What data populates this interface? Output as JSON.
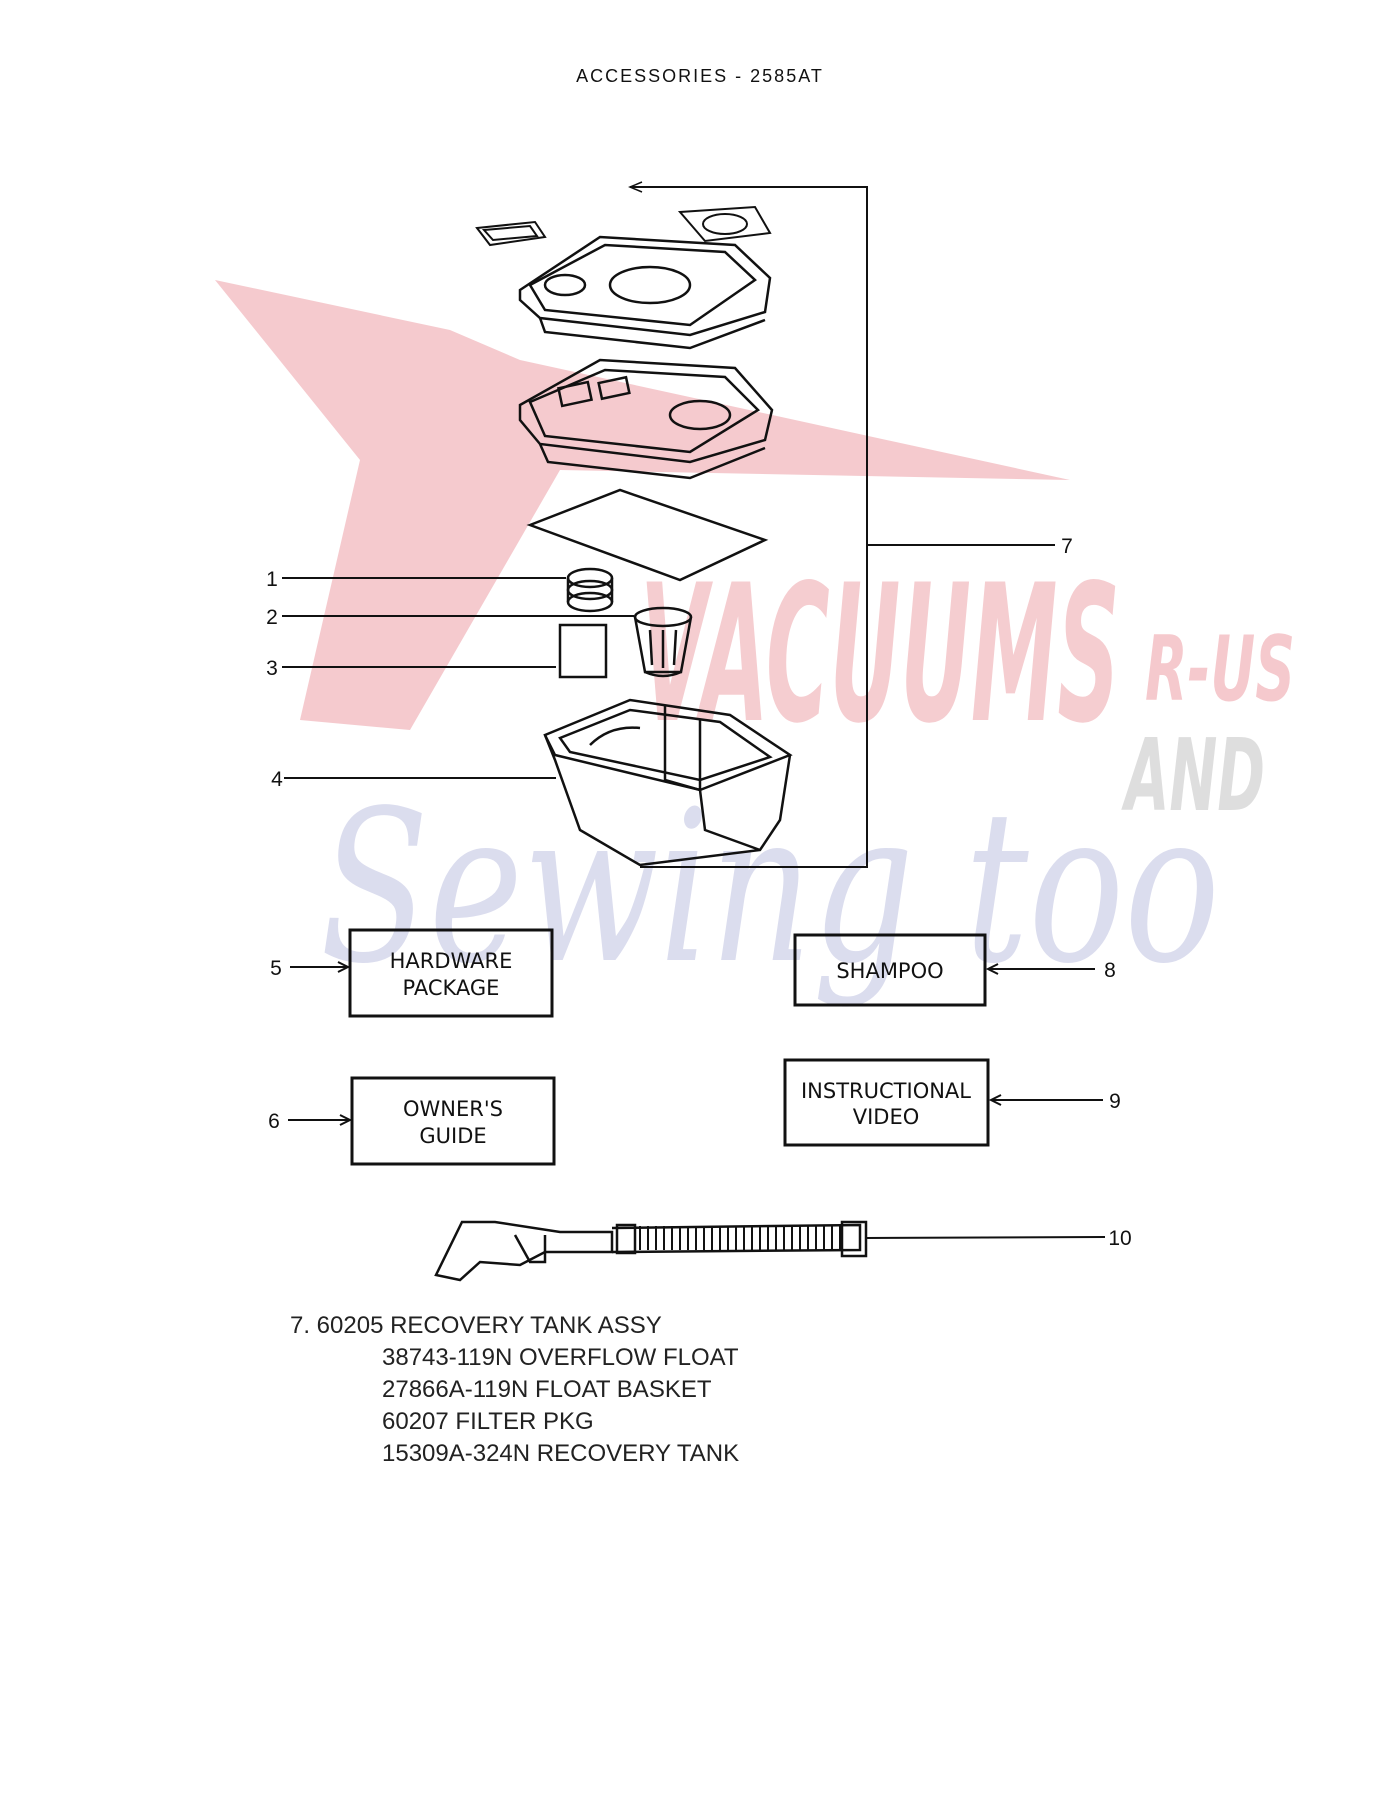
{
  "header": {
    "title": "ACCESSORIES - 2585AT"
  },
  "watermark": {
    "big_word": "VACUUMS",
    "tag1": "R-US",
    "tag2": "AND",
    "script": "Sewing too",
    "colors": {
      "red": "#f2b8bd",
      "blue": "#c9cbe6",
      "gray": "#d6d6d6"
    }
  },
  "callouts": [
    "1",
    "2",
    "3",
    "4",
    "5",
    "6",
    "7",
    "8",
    "9",
    "10"
  ],
  "boxes": {
    "hardware": [
      "HARDWARE",
      "PACKAGE"
    ],
    "owners_guide": [
      "OWNER'S",
      "GUIDE"
    ],
    "shampoo": [
      "SHAMPOO"
    ],
    "video": [
      "INSTRUCTIONAL",
      "VIDEO"
    ]
  },
  "parts_list": {
    "main": "7. 60205 RECOVERY TANK ASSY",
    "items": [
      "38743-119N OVERFLOW FLOAT",
      "27866A-119N FLOAT BASKET",
      "60207 FILTER PKG",
      "15309A-324N RECOVERY TANK"
    ]
  }
}
